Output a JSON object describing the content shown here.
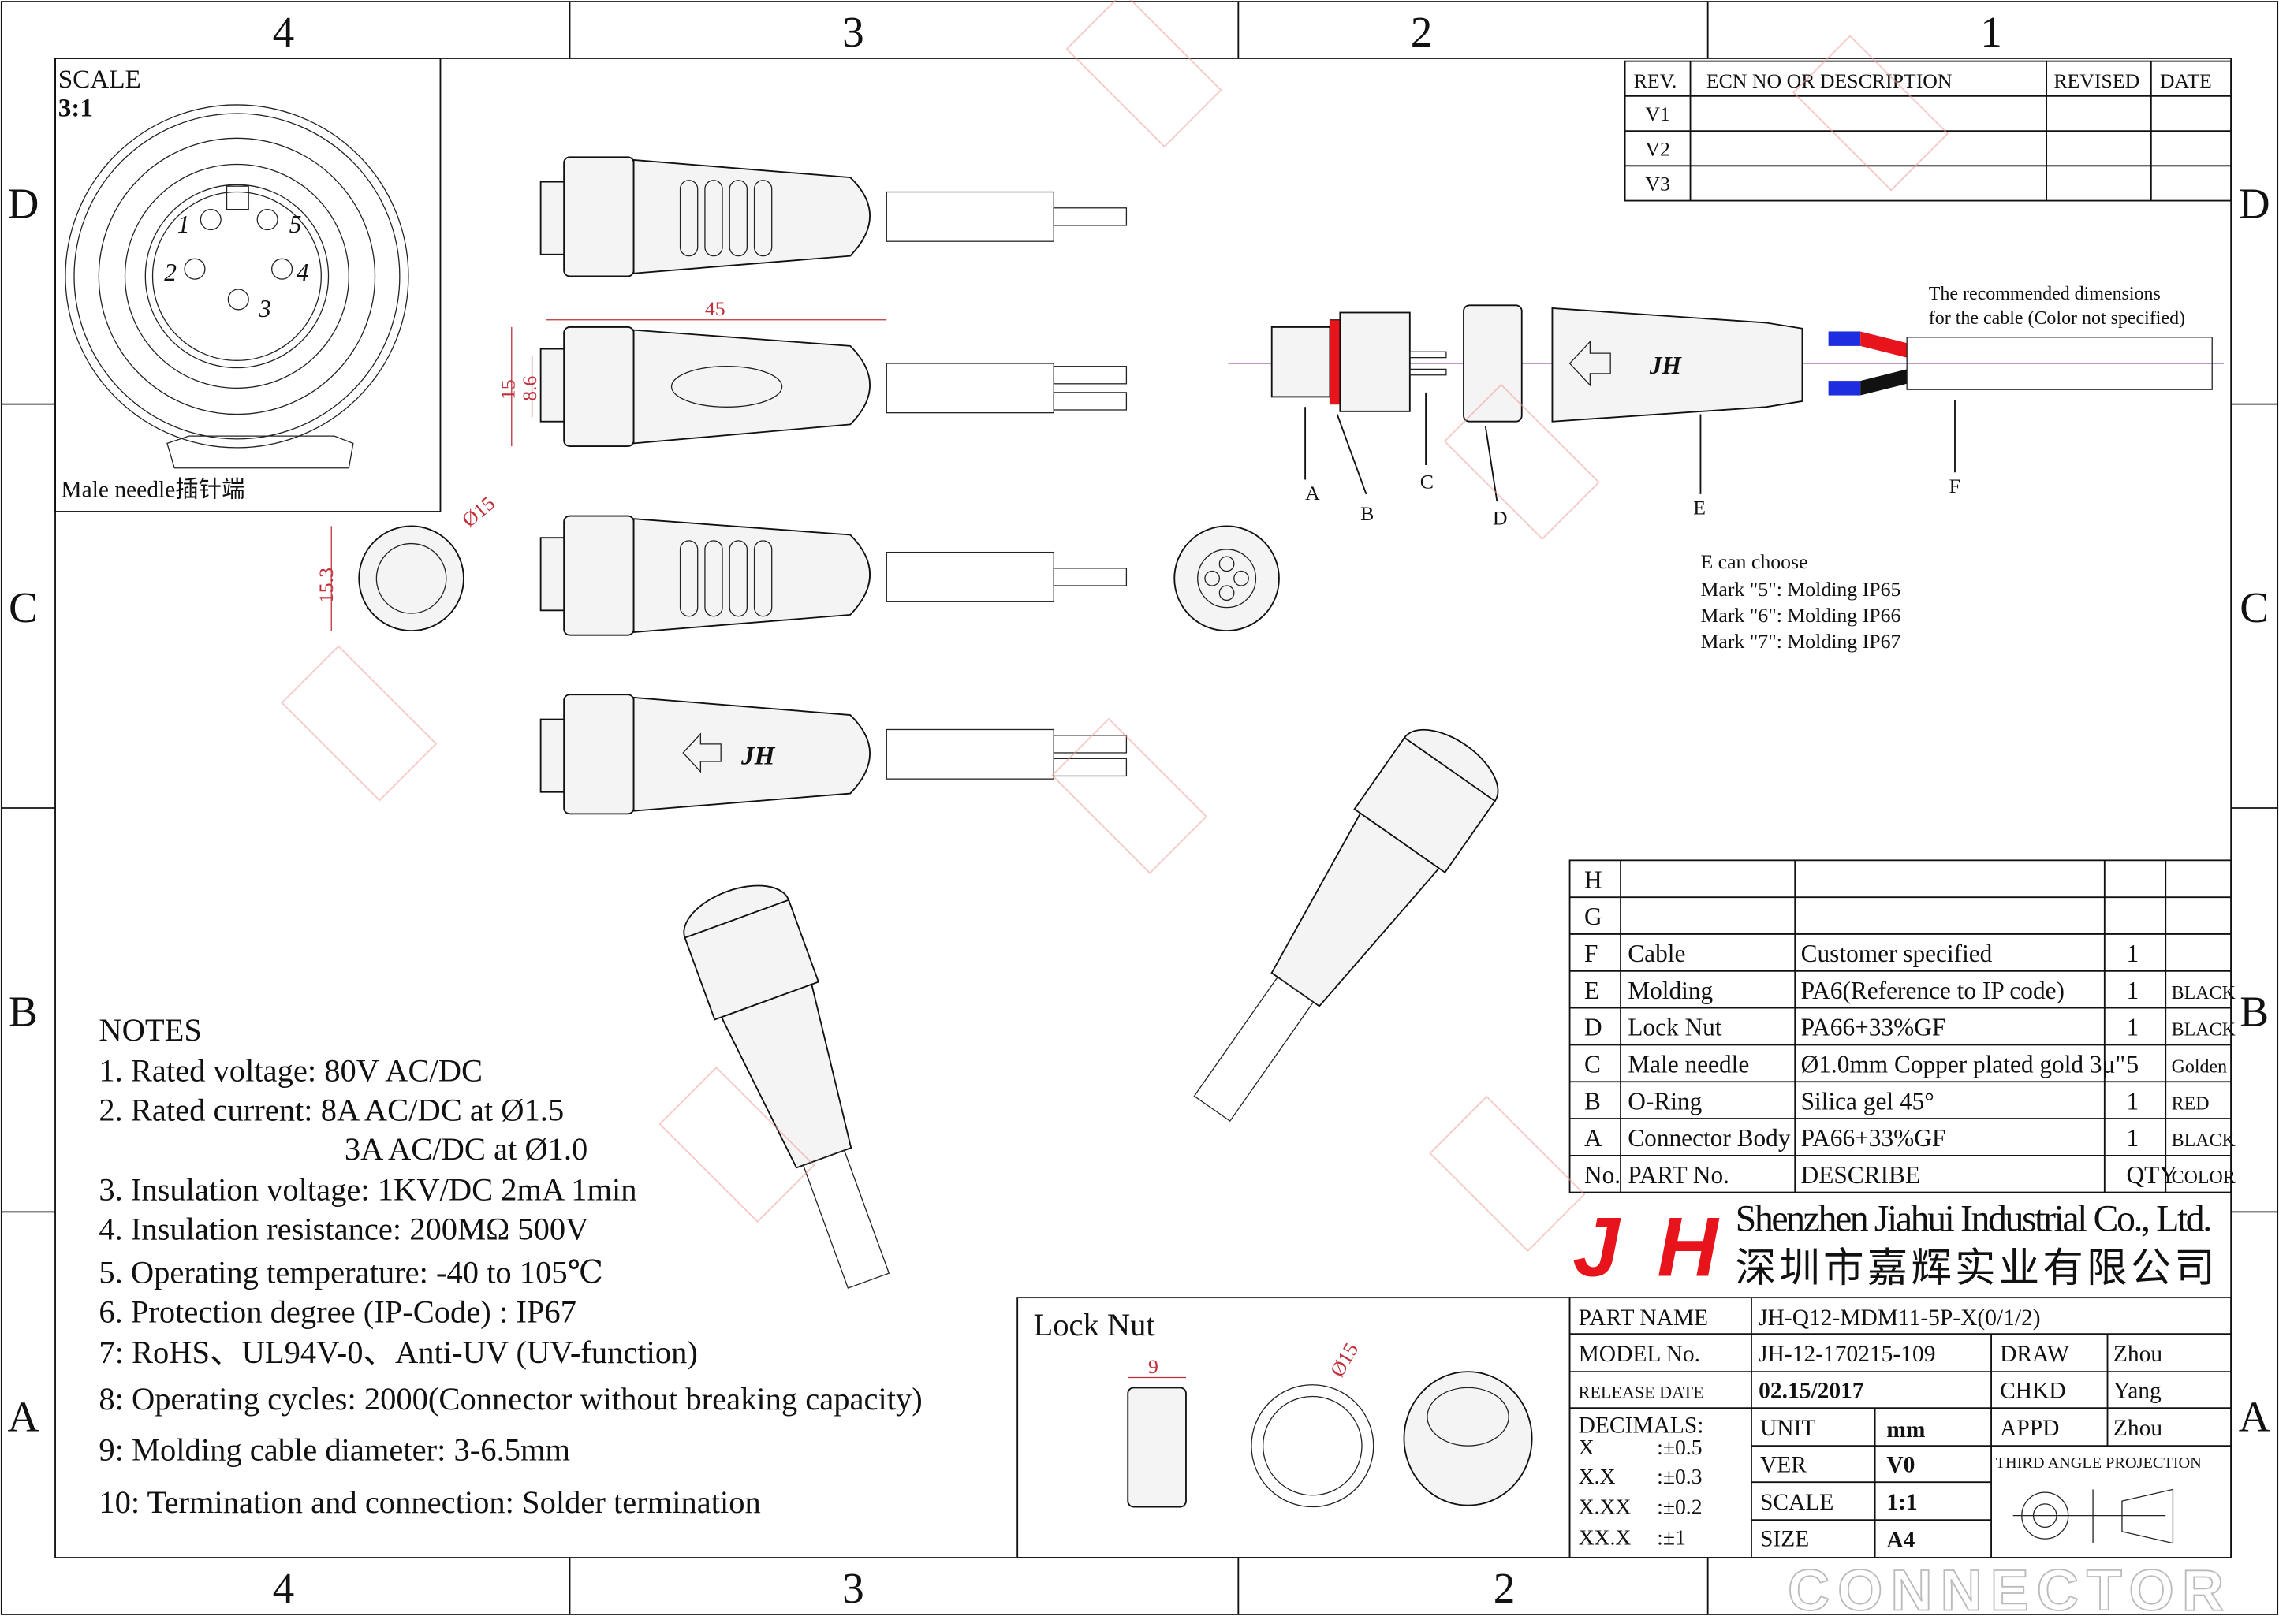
{
  "frame": {
    "zones_top": [
      "4",
      "3",
      "2",
      "1"
    ],
    "zones_bottom": [
      "4",
      "3",
      "2"
    ],
    "zones_side": [
      "D",
      "C",
      "B",
      "A"
    ]
  },
  "detail_view": {
    "scale_label": "SCALE",
    "scale_value": "3:1",
    "pins": [
      "1",
      "2",
      "3",
      "4",
      "5"
    ],
    "caption": "Male needle插针端"
  },
  "revision_table": {
    "headers": [
      "REV.",
      "ECN NO OR DESCRIPTION",
      "REVISED",
      "DATE"
    ],
    "rows": [
      [
        "V1",
        "",
        "",
        ""
      ],
      [
        "V2",
        "",
        "",
        ""
      ],
      [
        "V3",
        "",
        "",
        ""
      ]
    ]
  },
  "dimensions": {
    "length": "45",
    "height_outer": "15",
    "height_inner": "8.6",
    "face_height": "15.3",
    "face_diameter": "Ø15",
    "locknut_width": "9",
    "locknut_diameter": "Ø15"
  },
  "assembly": {
    "cable_note_line1": "The recommended dimensions",
    "cable_note_line2": "for the cable (Color not specified)",
    "callouts": [
      "A",
      "B",
      "C",
      "D",
      "E",
      "F"
    ],
    "logo_mark": "JH",
    "e_note": [
      "E can choose",
      "Mark \"5\": Molding IP65",
      "Mark \"6\": Molding IP66",
      "Mark \"7\": Molding IP67"
    ]
  },
  "notes": {
    "title": "NOTES",
    "items": [
      "1. Rated voltage: 80V AC/DC",
      "2. Rated current: 8A AC/DC at Ø1.5",
      "3A AC/DC at Ø1.0",
      "3. Insulation voltage: 1KV/DC 2mA 1min",
      "4. Insulation resistance: 200MΩ 500V",
      "5. Operating temperature: -40 to 105℃",
      "6. Protection degree (IP-Code) : IP67",
      "7: RoHS、UL94V-0、Anti-UV (UV-function)",
      "8: Operating cycles: 2000(Connector without breaking capacity)",
      "9: Molding cable diameter: 3-6.5mm",
      "10: Termination and connection: Solder termination"
    ]
  },
  "lock_nut": {
    "title": "Lock Nut"
  },
  "bom": {
    "rows": [
      [
        "H",
        "",
        "",
        "",
        ""
      ],
      [
        "G",
        "",
        "",
        "",
        ""
      ],
      [
        "F",
        "Cable",
        "Customer specified",
        "1",
        ""
      ],
      [
        "E",
        "Molding",
        "PA6(Reference to IP code)",
        "1",
        "BLACK"
      ],
      [
        "D",
        "Lock Nut",
        "PA66+33%GF",
        "1",
        "BLACK"
      ],
      [
        "C",
        "Male needle",
        "Ø1.0mm Copper plated gold 3μ\"",
        "5",
        "Golden"
      ],
      [
        "B",
        "O-Ring",
        "Silica gel 45°",
        "1",
        "RED"
      ],
      [
        "A",
        "Connector Body",
        "PA66+33%GF",
        "1",
        "BLACK"
      ]
    ],
    "headers": [
      "No.",
      "PART No.",
      "DESCRIBE",
      "QTY",
      "COLOR"
    ]
  },
  "company": {
    "logo": "JH",
    "name_en": "Shenzhen Jiahui Industrial Co., Ltd.",
    "name_cn": "深圳市嘉辉实业有限公司",
    "brand_color": "#e8141b"
  },
  "title_block": {
    "part_name_label": "PART NAME",
    "part_name": "JH-Q12-MDM11-5P-X(0/1/2)",
    "model_label": "MODEL No.",
    "model": "JH-12-170215-109",
    "release_label": "RELEASE DATE",
    "release": "02.15/2017",
    "draw_label": "DRAW",
    "draw": "Zhou",
    "chkd_label": "CHKD",
    "chkd": "Yang",
    "appd_label": "APPD",
    "appd": "Zhou",
    "decimals_label": "DECIMALS:",
    "decimals": [
      [
        "X",
        ":±0.5"
      ],
      [
        "X.X",
        ":±0.3"
      ],
      [
        "X.XX",
        ":±0.2"
      ],
      [
        "XX.X",
        ":±1"
      ]
    ],
    "unit_label": "UNIT",
    "unit": "mm",
    "ver_label": "VER",
    "ver": "V0",
    "scale_label": "SCALE",
    "scale": "1:1",
    "size_label": "SIZE",
    "size": "A4",
    "projection_label": "THIRD ANGLE PROJECTION"
  },
  "watermark": {
    "text": "CONNECTOR"
  }
}
